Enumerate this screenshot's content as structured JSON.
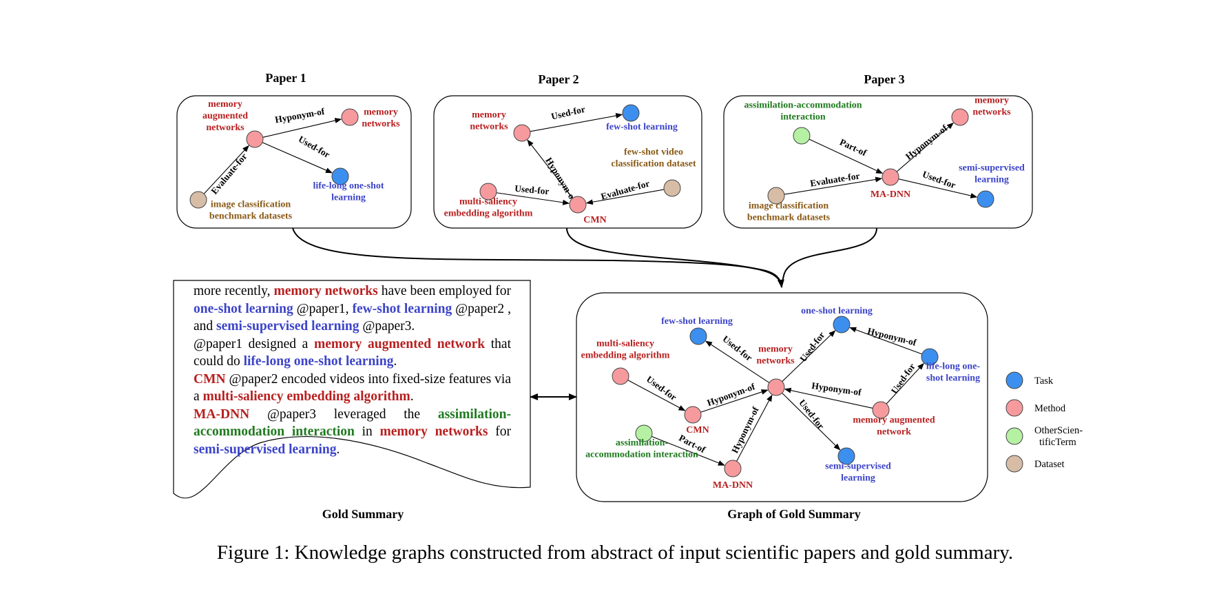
{
  "colors": {
    "task": "#3d8fef",
    "method": "#f79a9e",
    "other": "#b5f0a3",
    "dataset": "#d7bca6",
    "task_text": "#3c44c8",
    "method_text": "#b81f1f",
    "other_text": "#1f7a1f",
    "dataset_text": "#8a5a17"
  },
  "papers": [
    {
      "title": "Paper 1",
      "nodes": [
        {
          "id": "man",
          "type": "method",
          "label": [
            "memory",
            "augmented",
            "networks"
          ]
        },
        {
          "id": "mn",
          "type": "method",
          "label": [
            "memory",
            "networks"
          ]
        },
        {
          "id": "lols",
          "type": "task",
          "label": [
            "life-long one-shot",
            "learning"
          ]
        },
        {
          "id": "icbd",
          "type": "dataset",
          "label": [
            "image classification",
            "benchmark datasets"
          ]
        }
      ],
      "edges": [
        {
          "from": "man",
          "to": "mn",
          "label": "Hyponym-of"
        },
        {
          "from": "man",
          "to": "lols",
          "label": "Used-for"
        },
        {
          "from": "icbd",
          "to": "man",
          "label": "Evaluate-for"
        }
      ]
    },
    {
      "title": "Paper 2",
      "nodes": [
        {
          "id": "mn",
          "type": "method",
          "label": [
            "memory",
            "networks"
          ]
        },
        {
          "id": "fsl",
          "type": "task",
          "label": [
            "few-shot learning"
          ]
        },
        {
          "id": "fsv",
          "type": "dataset",
          "label": [
            "few-shot video",
            "classification dataset"
          ]
        },
        {
          "id": "msea",
          "type": "method",
          "label": [
            "multi-saliency",
            "embedding algorithm"
          ]
        },
        {
          "id": "cmn",
          "type": "method",
          "label": [
            "CMN"
          ]
        }
      ],
      "edges": [
        {
          "from": "mn",
          "to": "fsl",
          "label": "Used-for"
        },
        {
          "from": "cmn",
          "to": "mn",
          "label": "Hyponym-of"
        },
        {
          "from": "msea",
          "to": "cmn",
          "label": "Used-for"
        },
        {
          "from": "fsv",
          "to": "cmn",
          "label": "Evaluate-for"
        }
      ]
    },
    {
      "title": "Paper 3",
      "nodes": [
        {
          "id": "aai",
          "type": "other",
          "label": [
            "assimilation-accommodation",
            "interaction"
          ]
        },
        {
          "id": "mn",
          "type": "method",
          "label": [
            "memory",
            "networks"
          ]
        },
        {
          "id": "madnn",
          "type": "method",
          "label": [
            "MA-DNN"
          ]
        },
        {
          "id": "ssl",
          "type": "task",
          "label": [
            "semi-supervised",
            "learning"
          ]
        },
        {
          "id": "icbd",
          "type": "dataset",
          "label": [
            "image classification",
            "benchmark datasets"
          ]
        }
      ],
      "edges": [
        {
          "from": "aai",
          "to": "madnn",
          "label": "Part-of"
        },
        {
          "from": "madnn",
          "to": "mn",
          "label": "Hyponym-of"
        },
        {
          "from": "madnn",
          "to": "ssl",
          "label": "Used-for"
        },
        {
          "from": "icbd",
          "to": "madnn",
          "label": "Evaluate-for"
        }
      ]
    }
  ],
  "gold_graph": {
    "title": "Graph of Gold Summary",
    "nodes": [
      {
        "id": "fsl",
        "type": "task",
        "label": [
          "few-shot learning"
        ]
      },
      {
        "id": "osl",
        "type": "task",
        "label": [
          "one-shot learning"
        ]
      },
      {
        "id": "msea",
        "type": "method",
        "label": [
          "multi-saliency",
          "embedding algorithm"
        ]
      },
      {
        "id": "mn",
        "type": "method",
        "label": [
          "memory",
          "networks"
        ]
      },
      {
        "id": "lols",
        "type": "task",
        "label": [
          "life-long one-",
          "shot learning"
        ]
      },
      {
        "id": "cmn",
        "type": "method",
        "label": [
          "CMN"
        ]
      },
      {
        "id": "man",
        "type": "method",
        "label": [
          "memory augmented",
          "network"
        ]
      },
      {
        "id": "aai",
        "type": "other",
        "label": [
          "assimilation-",
          "accommodation interaction"
        ]
      },
      {
        "id": "ssl",
        "type": "task",
        "label": [
          "semi-supervised",
          "learning"
        ]
      },
      {
        "id": "madnn",
        "type": "method",
        "label": [
          "MA-DNN"
        ]
      }
    ],
    "edges": [
      {
        "from": "mn",
        "to": "fsl",
        "label": "Used-for"
      },
      {
        "from": "mn",
        "to": "osl",
        "label": "Used-for"
      },
      {
        "from": "lols",
        "to": "osl",
        "label": "Hyponym-of"
      },
      {
        "from": "man",
        "to": "lols",
        "label": "Used-for"
      },
      {
        "from": "man",
        "to": "mn",
        "label": "Hyponym-of"
      },
      {
        "from": "cmn",
        "to": "mn",
        "label": "Hyponym-of"
      },
      {
        "from": "msea",
        "to": "cmn",
        "label": "Used-for"
      },
      {
        "from": "madnn",
        "to": "mn",
        "label": "Hyponym-of"
      },
      {
        "from": "aai",
        "to": "madnn",
        "label": "Part-of"
      },
      {
        "from": "mn",
        "to": "ssl",
        "label": "Used-for"
      }
    ]
  },
  "gold_summary": {
    "title": "Gold Summary",
    "sentences": [
      [
        {
          "t": "more recently, "
        },
        {
          "t": "memory networks",
          "c": "method"
        },
        {
          "t": " have been employed for "
        },
        {
          "t": "one-shot learning",
          "c": "task"
        },
        {
          "t": " @paper1, "
        },
        {
          "t": "few-shot learning",
          "c": "task"
        },
        {
          "t": " @paper2 , and "
        },
        {
          "t": "semi-supervised learning",
          "c": "task"
        },
        {
          "t": " @paper3."
        }
      ],
      [
        {
          "t": "@paper1 designed a "
        },
        {
          "t": "memory augmented network",
          "c": "method"
        },
        {
          "t": " that could do "
        },
        {
          "t": "life-long one-shot learning",
          "c": "task"
        },
        {
          "t": "."
        }
      ],
      [
        {
          "t": "CMN",
          "c": "method"
        },
        {
          "t": " @paper2 encoded videos into fixed-size features via a "
        },
        {
          "t": "multi-saliency embedding algorithm",
          "c": "method"
        },
        {
          "t": "."
        }
      ],
      [
        {
          "t": "MA-DNN",
          "c": "method"
        },
        {
          "t": " @paper3 leveraged the "
        },
        {
          "t": "assimilation-accommodation interaction",
          "c": "other"
        },
        {
          "t": " in "
        },
        {
          "t": "memory networks",
          "c": "method"
        },
        {
          "t": " for "
        },
        {
          "t": "semi-supervised learning",
          "c": "task"
        },
        {
          "t": "."
        }
      ]
    ]
  },
  "legend": [
    {
      "type": "task",
      "label": [
        "Task"
      ]
    },
    {
      "type": "method",
      "label": [
        "Method"
      ]
    },
    {
      "type": "other",
      "label": [
        "OtherScien-",
        "tificTerm"
      ]
    },
    {
      "type": "dataset",
      "label": [
        "Dataset"
      ]
    }
  ],
  "caption": "Figure 1: Knowledge graphs constructed from abstract of input scientific papers and gold summary."
}
